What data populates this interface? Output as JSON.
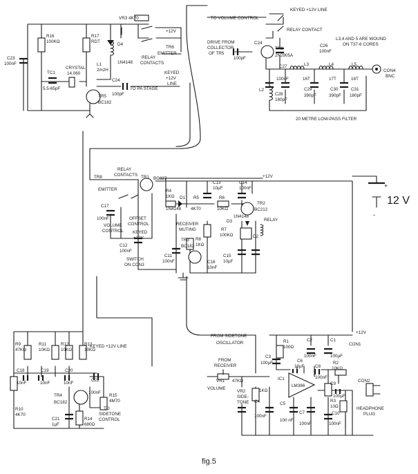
{
  "caption": "fig.5",
  "labels": {
    "vr3": "VR3 4K70",
    "r16": "R16",
    "r16v": "100KΩ",
    "r17": "R17",
    "r17v": "RDT",
    "c23": "C23",
    "c23v": "100nF",
    "l1": "L1",
    "l1v": "2m2H",
    "d4": "D4",
    "d4v": "1N4148",
    "relay_contacts": "RELAY",
    "relay_contacts2": "CONTACTS",
    "tr6_emitter_top": "TR6",
    "emitter_top": "EMITTER",
    "p12_top": "+12V",
    "tc1": "TC1",
    "tc1v": "5.5-65pF",
    "crystal": "CRYSTAL",
    "crystalv": "14.060",
    "tr5": "TR5",
    "tr5v": "BC182",
    "c24a": "C24",
    "c24av": "100pF",
    "to_pa_stage": "TO PA STAGE",
    "keyed_mid1": "KEYED",
    "keyed_mid2": "+12V",
    "keyed_mid3": "LINE",
    "to_volume": "TO VOLUME CONTROL",
    "keyed_line_top": "KEYED +12V LINE",
    "relay_contact": "RELAY CONTACT",
    "drive1": "DRIVE FROM",
    "drive2": "COLLECTOR",
    "drive3": "OF TR5",
    "c24b": "C24",
    "c24bv": "100pF",
    "tr6": "TR6",
    "tr6v": "2N2905A",
    "c26": "C26",
    "c26v": "100nF",
    "l_note1": "L3,4 AND 5 ARE WOUND",
    "l_note2": "ON T37-6 CORES",
    "c27": "C27",
    "c27v": "100nF",
    "l3": "L3",
    "l3v": "16T",
    "l4": "L4",
    "l4v": "17T",
    "l5": "L5",
    "l5v": "16T",
    "con4": "CON4",
    "con4v": "BNC",
    "l2": "L2",
    "c28": "C28",
    "c28v": "180pF",
    "c29": "C29",
    "c29v": "390pF",
    "c30": "C30",
    "c30v": "390pF",
    "c31": "C31",
    "c31v": "180pF",
    "lpf": "20 METRE LOW-PASS FILTER",
    "tr8": "TR8",
    "emitter_mid": "EMITTER",
    "relay_mid1": "RELAY",
    "relay_mid2": "CONTACTS",
    "tr1": "TR1",
    "tr1v": "BC327",
    "c13": "C13",
    "c13v": "10µF",
    "c14": "C14",
    "c14v": "100nF",
    "p12_rail": "+12V",
    "r4": "R4",
    "r4v": "1KΩ",
    "d1": "D1",
    "d1v": "1N4148",
    "r5": "R5",
    "r5v": "4K70",
    "r6": "R6",
    "r6v": "10KΩ",
    "tr2": "TR2",
    "tr2v": "BC212",
    "c17": "C17",
    "c17v": "100nF",
    "offset1": "OFFSET",
    "offset2": "CONTROL",
    "volume_ctrl1": "VOLUME",
    "volume_ctrl2": "CONTROL",
    "keyed_low1": "KEYED",
    "keyed_low2": "+12V",
    "rx_mute1": "RECEIVER",
    "rx_mute2": "MUTING",
    "d3": "D3",
    "d3v": "1N4148",
    "relay": "RELAY",
    "r7": "R7",
    "r7v": "100KΩ",
    "d2": "D2",
    "r8": "R8",
    "r8v": "1KΩ",
    "tr3": "TR3",
    "tr3v": "BC182",
    "c12": "C12",
    "c12v": "100nF",
    "c11": "C11",
    "c11v": "100nF",
    "c15": "C15",
    "c15v": "10µF",
    "c16": "C16",
    "c16v": "10nF",
    "switch1": "SWITCH",
    "switch2": "ON CON3",
    "battery": "12 V",
    "plus": "+",
    "minus": "-",
    "keyed_osc": "KEYED +12V LINE",
    "r9": "R9",
    "r9v": "47KΩ",
    "r11": "R11",
    "r11v": "10KΩ",
    "r12": "R12",
    "r12v": "10KΩ",
    "r13": "R13",
    "r13v": "10KΩ",
    "c18": "C18",
    "c18v": "10nF",
    "c19": "C19",
    "c19v": "10nF",
    "c20": "C20",
    "c20v": "10nF",
    "c22": "C22",
    "c22v": "100nF",
    "tr4": "TR4",
    "tr4v": "BC182",
    "r15": "R15",
    "r15v": "4M70",
    "to_st1": "TO",
    "to_st2": "SIDETONE",
    "to_st3": "CONTROL",
    "r10": "R10",
    "r10v": "4K70",
    "c21": "C21",
    "c21v": "1µF",
    "r14": "R14",
    "r14v": "680Ω",
    "from_st1": "FROM SIDETONE",
    "from_st2": "OSCILLATOR",
    "from_rx1": "FROM",
    "from_rx2": "RECEIVER",
    "vr1": "VR1",
    "vr1v": "47KΩ",
    "volume": "VOLUME",
    "vr2": "VR2",
    "vr2v": "1KΩ",
    "sidetone1": "SIDE-",
    "sidetone2": "TONE",
    "r1": "R1",
    "r1v": "100Ω",
    "c2": "C2",
    "c2v": "100nF",
    "c1": "C1",
    "c1v": "100µF",
    "con1": "CON1",
    "p12_low": "+12V",
    "c3": "C3",
    "c3v": "100µF",
    "c6": "C6",
    "c6v": "10µF",
    "c8": "C8",
    "c8v": "100nF",
    "r2": "R2",
    "r2v": "10KΩ",
    "ic1": "IC1",
    "ic1v": "LM386",
    "c9": "C9",
    "c9v": "100µF",
    "con2": "CON2",
    "r3": "R3",
    "r3v": "10Ω",
    "c4": "C4",
    "c4v": "100nF",
    "c5": "C5",
    "c5v": "100 nF",
    "c7": "C7",
    "c7v": "100nF",
    "c10": "C10",
    "c10v": "100nF",
    "headphone1": "HEADPHONE",
    "headphone2": "PLUG"
  }
}
